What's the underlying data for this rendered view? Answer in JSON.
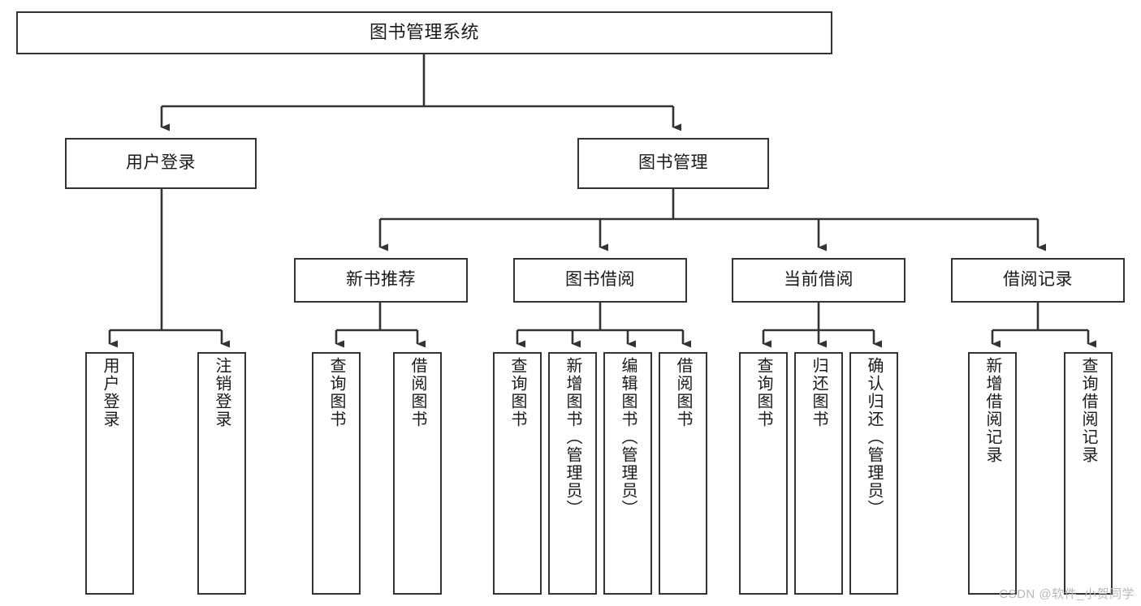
{
  "diagram": {
    "title": "图书管理系统",
    "watermark": "CSDN @软件_小贺同学",
    "levels": {
      "root": {
        "label": "图书管理系统"
      },
      "level2": [
        {
          "label": "用户登录"
        },
        {
          "label": "图书管理"
        }
      ],
      "level3": [
        {
          "label": "新书推荐"
        },
        {
          "label": "图书借阅"
        },
        {
          "label": "当前借阅"
        },
        {
          "label": "借阅记录"
        }
      ],
      "leaves": [
        {
          "label": "用户登录"
        },
        {
          "label": "注销登录"
        },
        {
          "label": "查询图书"
        },
        {
          "label": "借阅图书"
        },
        {
          "label": "查询图书"
        },
        {
          "label": "新增图书（管理员）"
        },
        {
          "label": "编辑图书（管理员）"
        },
        {
          "label": "借阅图书"
        },
        {
          "label": "查询图书"
        },
        {
          "label": "归还图书"
        },
        {
          "label": "确认归还（管理员）"
        },
        {
          "label": "新增借阅记录"
        },
        {
          "label": "查询借阅记录"
        }
      ]
    },
    "colors": {
      "stroke": "#333333",
      "fill": "#ffffff",
      "text": "#1a1a1a",
      "watermark": "#b8b8b8"
    }
  }
}
